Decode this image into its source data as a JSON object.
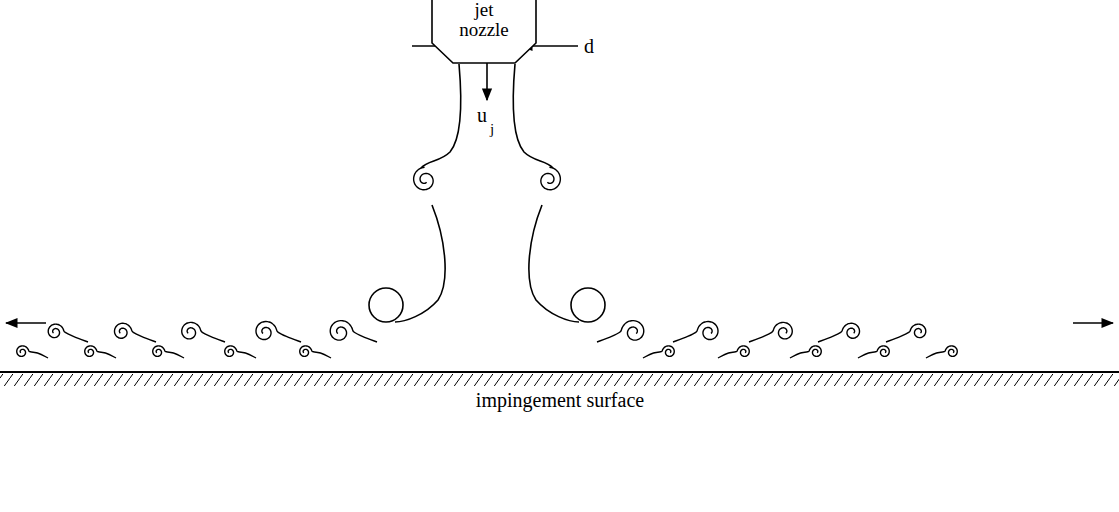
{
  "diagram": {
    "nodes": [
      {
        "text": [
          "jet nozzle"
        ]
      }
    ],
    "labels": [
      "d",
      "u",
      "j",
      "impingement surface"
    ]
  }
}
